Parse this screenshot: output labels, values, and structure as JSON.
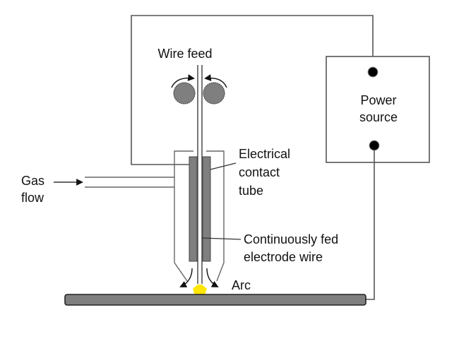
{
  "title": "Gas metal arc welding (GMAW) process schematic",
  "labels": {
    "wire_feed": "Wire feed",
    "power_source_line1": "Power",
    "power_source_line2": "source",
    "gas_flow_line1": "Gas",
    "gas_flow_line2": "flow",
    "contact_tube_line1": "Electrical",
    "contact_tube_line2": "contact",
    "contact_tube_line3": "tube",
    "electrode_line1": "Continuously fed",
    "electrode_line2": "electrode wire",
    "arc": "Arc"
  },
  "colors": {
    "line": "#555555",
    "fill_gray": "#7f7f7f",
    "arc": "#ffe600",
    "terminal": "#000000",
    "text": "#111111"
  }
}
